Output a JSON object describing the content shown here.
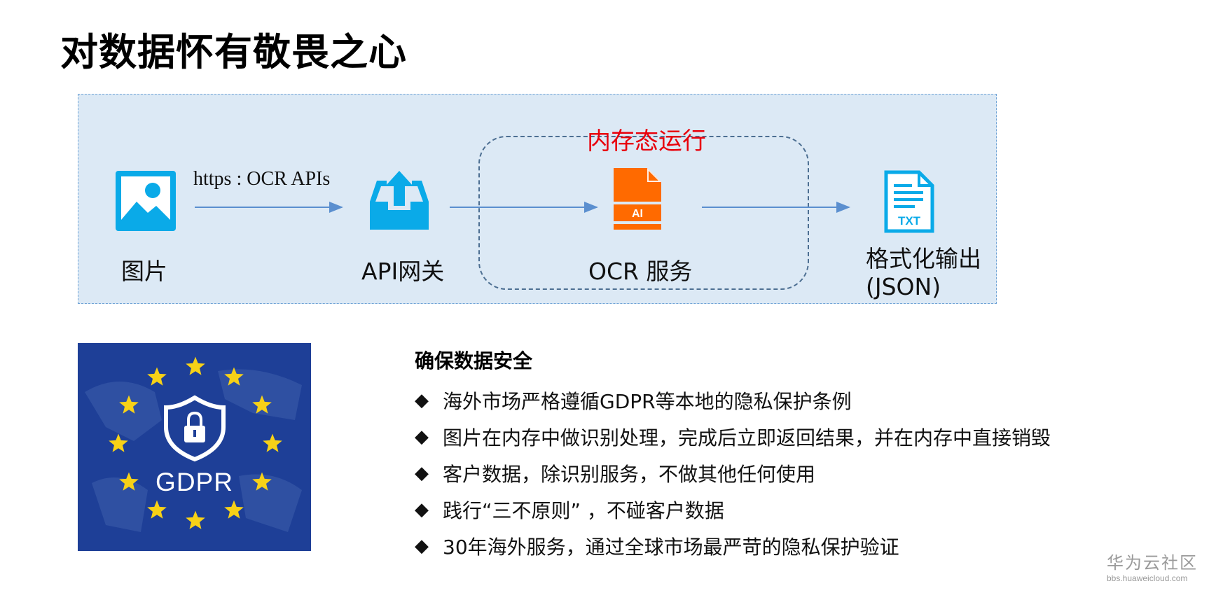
{
  "slide": {
    "title": "对数据怀有敬畏之心"
  },
  "flow": {
    "arrow_label": "https : OCR APIs",
    "memory_label": "内存态运行",
    "nodes": [
      {
        "icon": "image-icon",
        "label": "图片"
      },
      {
        "icon": "upload-inbox-icon",
        "label": "API网关"
      },
      {
        "icon": "ai-document-icon",
        "label": "OCR 服务",
        "icon_text": "AI"
      },
      {
        "icon": "txt-document-icon",
        "label_line1": "格式化输出",
        "label_line2": "(JSON)",
        "icon_text": "TXT"
      }
    ],
    "colors": {
      "panel": "#dce9f5",
      "icon_blue": "#0aaae8",
      "icon_orange": "#ff6a00",
      "arrow": "#5b8fcf",
      "memory_label": "#e8000b"
    }
  },
  "gdpr": {
    "badge_text": "GDPR",
    "icon": "shield-lock-icon",
    "colors": {
      "background": "#1e3f97",
      "stars": "#f7d117"
    }
  },
  "security": {
    "heading": "确保数据安全",
    "bullet_symbol": "◆",
    "items": [
      "海外市场严格遵循GDPR等本地的隐私保护条例",
      "图片在内存中做识别处理，完成后立即返回结果，并在内存中直接销毁",
      "客户数据，除识别服务，不做其他任何使用",
      "践行“三不原则” ，不碰客户数据",
      "30年海外服务，通过全球市场最严苛的隐私保护验证"
    ]
  },
  "watermark": {
    "name": "华为云社区",
    "url": "bbs.huaweicloud.com"
  }
}
